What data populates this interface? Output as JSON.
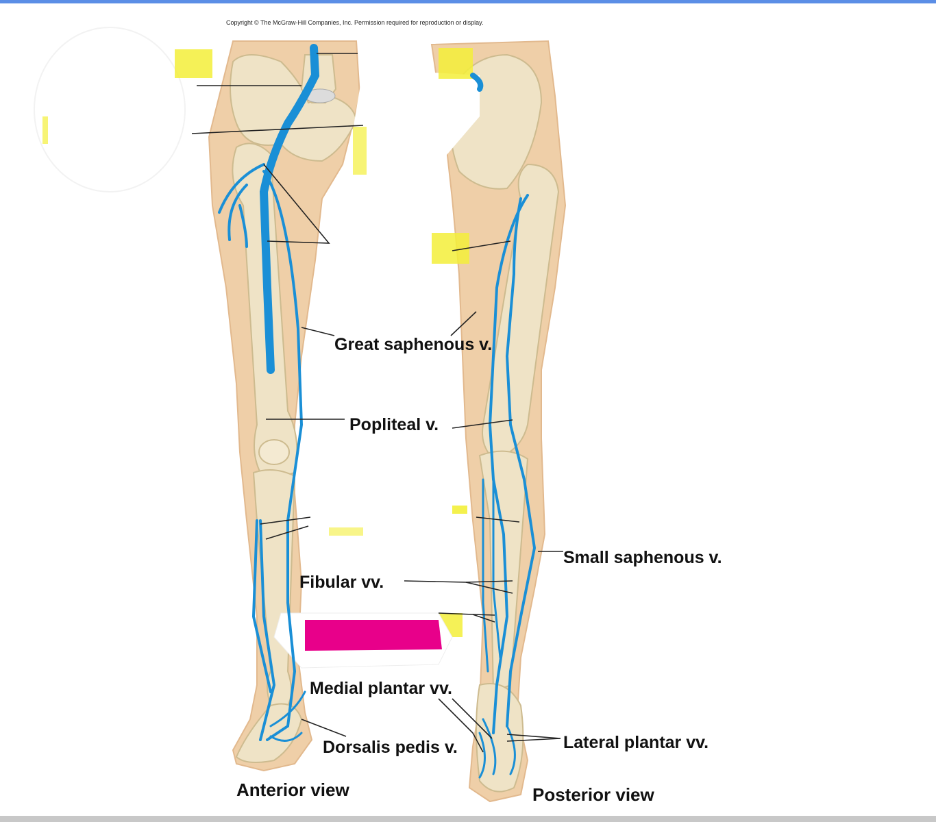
{
  "copyright": "Copyright © The McGraw-Hill Companies, Inc. Permission required for reproduction or display.",
  "labels": {
    "great_saphenous": "Great saphenous v.",
    "popliteal": "Popliteal v.",
    "small_saphenous": "Small saphenous v.",
    "fibular": "Fibular vv.",
    "medial_plantar": "Medial plantar vv.",
    "dorsalis_pedis": "Dorsalis pedis v.",
    "lateral_plantar": "Lateral plantar vv."
  },
  "views": {
    "anterior": "Anterior view",
    "posterior": "Posterior view"
  },
  "colors": {
    "vein": "#1a8fd6",
    "skin": "#efcfa8",
    "bone": "#efe3c6",
    "highlight": "#f3ef3a",
    "redaction": "#e8008a"
  }
}
